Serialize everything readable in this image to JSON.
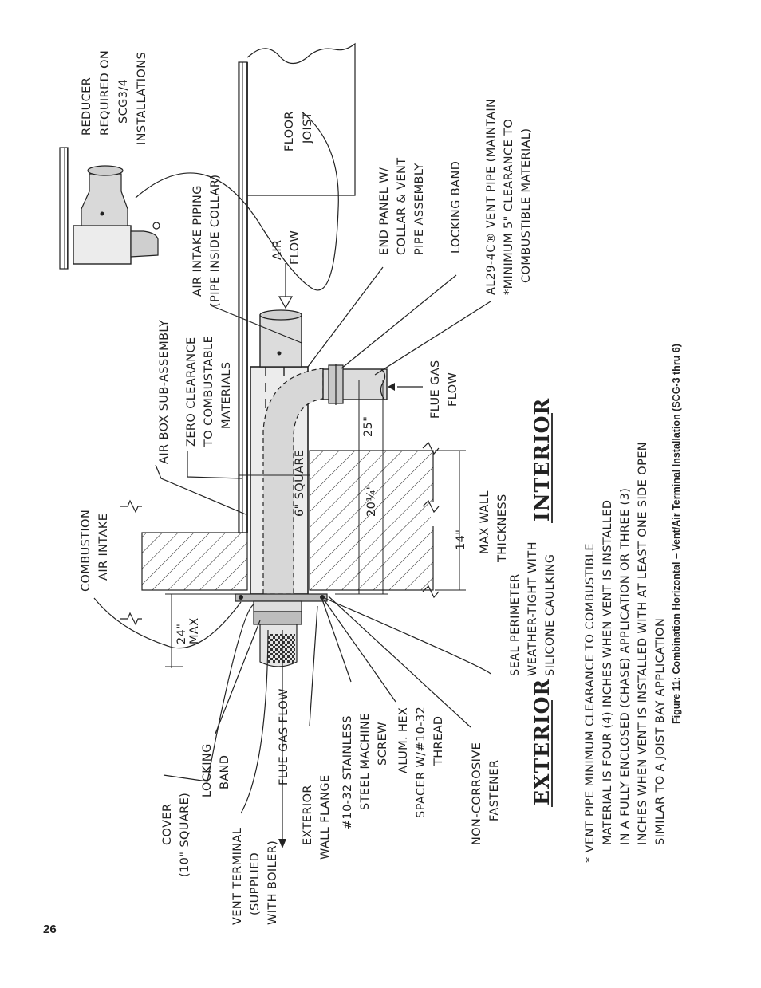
{
  "figure": {
    "caption": "Figure 11:  Combination Horizontal –  Vent/Air Terminal Installation (SCG-3 thru 6)",
    "page_number": "26",
    "side_labels": {
      "exterior": "EXTERIOR",
      "interior": "INTERIOR"
    },
    "labels": {
      "reducer": [
        "REDUCER",
        "REQUIRED ON",
        "SCG3/4",
        "INSTALLATIONS"
      ],
      "floor_joist": [
        "FLOOR",
        "JOIST"
      ],
      "air_intake_piping": [
        "AIR INTAKE PIPING",
        "(PIPE INSIDE COLLAR)"
      ],
      "air_flow": [
        "AIR",
        "FLOW"
      ],
      "end_panel": [
        "END PANEL W/",
        "COLLAR & VENT",
        "PIPE ASSEMBLY"
      ],
      "locking_band_top": [
        "LOCKING BAND"
      ],
      "vent_pipe": [
        "AL29-4C® VENT PIPE (MAINTAIN",
        "*MINIMUM 5\" CLEARANCE TO",
        "COMBUSTIBLE MATERIAL)"
      ],
      "flue_gas_flow_int": [
        "FLUE GAS",
        "FLOW"
      ],
      "air_box": [
        "AIR BOX SUB-ASSEMBLY"
      ],
      "zero_clearance": [
        "ZERO CLEARANCE",
        "TO COMBUSTABLE",
        "MATERIALS"
      ],
      "combustion_air": [
        "COMBUSTION",
        "AIR INTAKE"
      ],
      "seal_perimeter": [
        "SEAL PERIMETER",
        "WEATHER-TIGHT WITH",
        "SILICONE CAULKING"
      ],
      "cover": [
        "COVER",
        "(10\" SQUARE)"
      ],
      "locking_band_bottom": [
        "LOCKING",
        "BAND"
      ],
      "vent_terminal": [
        "VENT TERMINAL",
        "(SUPPLIED",
        "WITH BOILER)"
      ],
      "flue_gas_flow_ext": [
        "FLUE GAS FLOW"
      ],
      "exterior_wall_flange": [
        "EXTERIOR",
        "WALL FLANGE"
      ],
      "machine_screw": [
        "#10-32 STAINLESS",
        "STEEL MACHINE",
        "SCREW"
      ],
      "hex_spacer": [
        "ALUM. HEX",
        "SPACER W/#10-32",
        "THREAD"
      ],
      "fastener": [
        "NON-CORROSIVE",
        "FASTENER"
      ]
    },
    "dimensions": {
      "max_24": [
        "24\"",
        "MAX"
      ],
      "square_6": "6\" SQUARE",
      "depth_20": "20¼\"",
      "depth_25": "25\"",
      "wall_14": [
        "14\"",
        "MAX WALL",
        "THICKNESS"
      ]
    },
    "note": [
      "* VENT PIPE MINIMUM CLEARANCE TO COMBUSTIBLE",
      "MATERIAL IS FOUR (4) INCHES WHEN VENT IS INSTALLED",
      "IN A FULLY ENCLOSED (CHASE) APPLICATION OR THREE (3)",
      "INCHES WHEN VENT IS INSTALLED WITH AT LEAST ONE SIDE OPEN",
      "SIMILAR TO A JOIST BAY APPLICATION"
    ]
  }
}
